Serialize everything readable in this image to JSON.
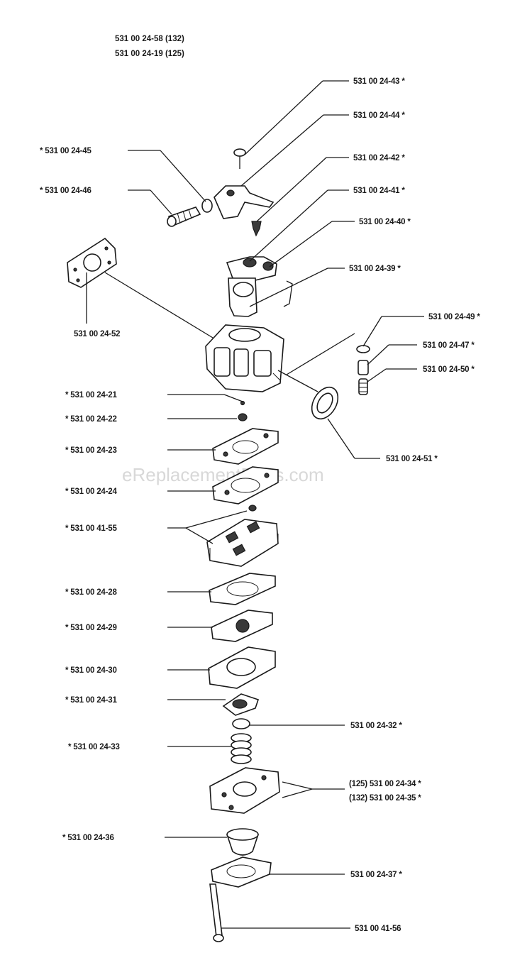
{
  "header": {
    "line1": "531 00 24-58 (132)",
    "line2": "531 00 24-19 (125)"
  },
  "watermark": "eReplacementParts.com",
  "labels": {
    "p43": "531 00 24-43  *",
    "p44": "531 00 24-44  *",
    "p45": "*  531 00 24-45",
    "p42": "531 00 24-42  *",
    "p46": "*  531 00 24-46",
    "p41": "531 00 24-41  *",
    "p40": "531 00 24-40  *",
    "p39": "531 00 24-39  *",
    "p52": "531 00 24-52",
    "p49": "531 00 24-49  *",
    "p47": "531 00 24-47  *",
    "p50": "531 00 24-50  *",
    "p21": "*  531 00 24-21",
    "p22": "*  531 00 24-22",
    "p51": "531 00 24-51  *",
    "p23": "*  531 00 24-23",
    "p24": "*  531 00 24-24",
    "p55": "*  531 00 41-55",
    "p28": "*  531 00 24-28",
    "p29": "*  531 00 24-29",
    "p30": "*  531 00 24-30",
    "p31": "*  531 00 24-31",
    "p32": "531 00 24-32  *",
    "p33": "*  531 00 24-33",
    "p34": "(125) 531 00 24-34  *",
    "p35": "(132) 531 00 24-35  *",
    "p36": "*  531 00 24-36",
    "p37": "531 00 24-37  *",
    "p56": "531 00 41-56"
  },
  "colors": {
    "ink": "#1a1a1a",
    "watermark": "#c8c8c8",
    "background": "#ffffff"
  }
}
